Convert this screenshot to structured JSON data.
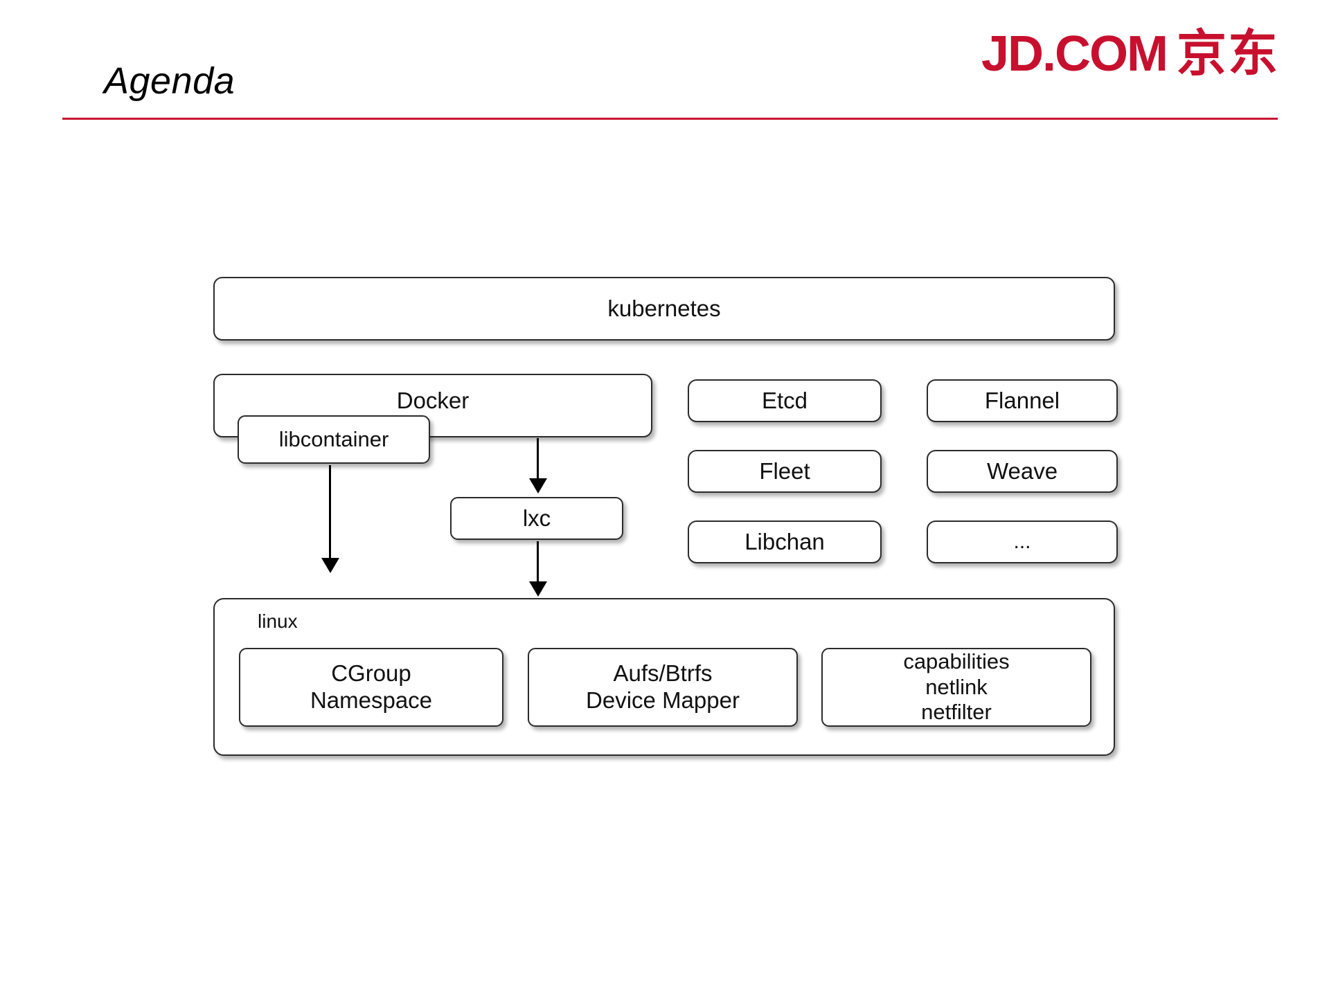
{
  "header": {
    "title": "Agenda",
    "brand_latin": "JD.COM",
    "brand_cjk": "京东",
    "brand_color": "#C8102E",
    "rule_color": "#C8102E"
  },
  "diagram": {
    "type": "layered-architecture-diagram",
    "nodes": {
      "kubernetes": "kubernetes",
      "docker": "Docker",
      "libcontainer": "libcontainer",
      "lxc": "lxc",
      "etcd": "Etcd",
      "fleet": "Fleet",
      "libchan": "Libchan",
      "flannel": "Flannel",
      "weave": "Weave",
      "ellipsis": "...",
      "linux": "linux",
      "cgroup": "CGroup\nNamespace",
      "aufs": "Aufs/Btrfs\nDevice Mapper",
      "capabilities": "capabilities\nnetlink\nnetfilter"
    },
    "edges": [
      {
        "from": "libcontainer",
        "to": "linux",
        "style": "solid-arrow-down"
      },
      {
        "from": "docker",
        "to": "lxc",
        "style": "solid-arrow-down"
      },
      {
        "from": "lxc",
        "to": "linux",
        "style": "solid-arrow-down"
      }
    ],
    "columns": {
      "ecosystem_column_1": [
        "Etcd",
        "Fleet",
        "Libchan"
      ],
      "ecosystem_column_2": [
        "Flannel",
        "Weave",
        "..."
      ],
      "kernel_features": [
        "CGroup\nNamespace",
        "Aufs/Btrfs\nDevice Mapper",
        "capabilities\nnetlink\nnetfilter"
      ]
    },
    "node_border_color": "#2b2b2b",
    "node_fill_color": "#ffffff"
  }
}
